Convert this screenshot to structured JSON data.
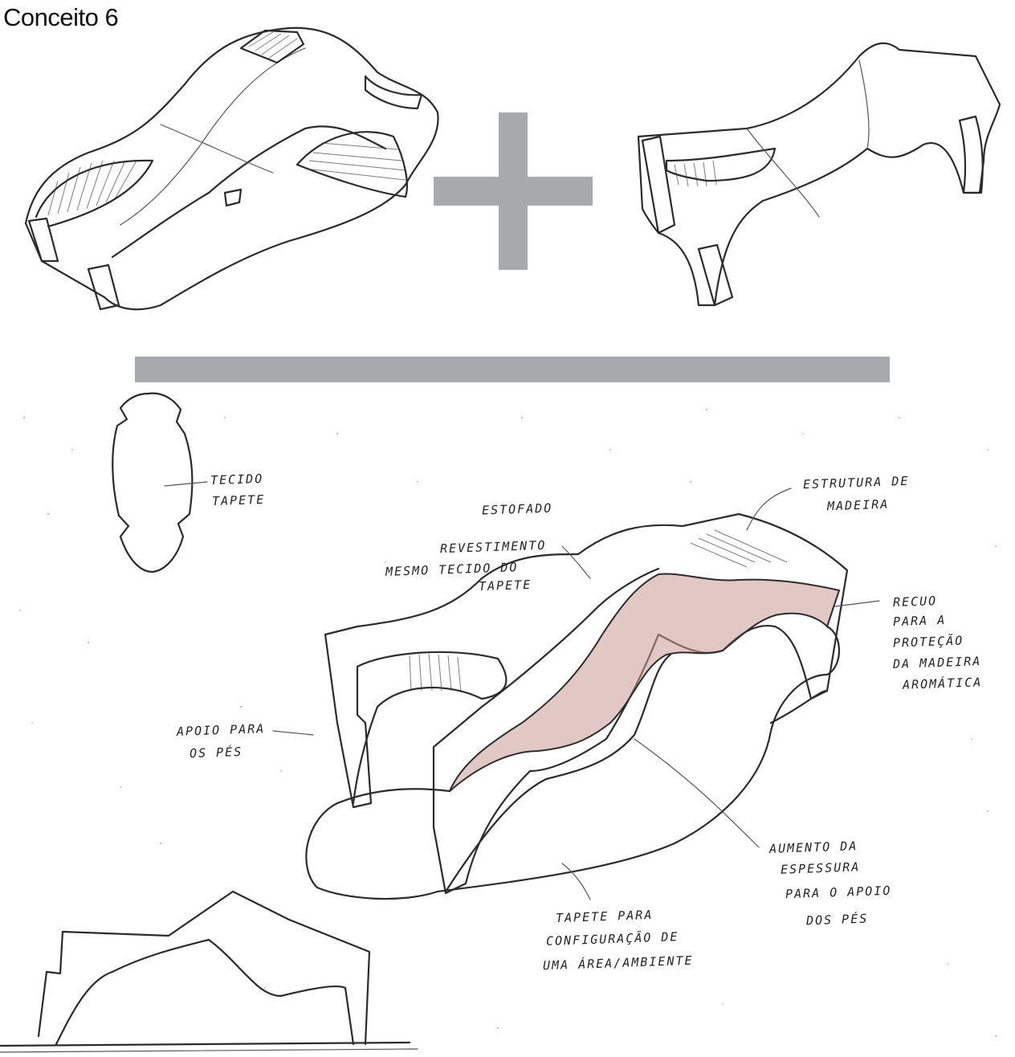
{
  "title": "Conceito 6",
  "colors": {
    "symbol_gray": "#a8a9ab",
    "wood_tint": "#c99b94",
    "pen": "#2b2b2b"
  },
  "annotations": {
    "tecido": "TECIDO",
    "tapete": "TAPETE",
    "estofado": "ESTOFADO",
    "revestimento_1": "REVESTIMENTO",
    "revestimento_2": "MESMO TECIDO DO",
    "revestimento_3": "TAPETE",
    "estrutura_1": "ESTRUTURA DE",
    "estrutura_2": "MADEIRA",
    "recuo_1": "RECUO",
    "recuo_2": "PARA A",
    "recuo_3": "PROTEÇÃO",
    "recuo_4": "DA MADEIRA",
    "recuo_5": "AROMÁTICA",
    "apoio_1": "APOIO PARA",
    "apoio_2": "OS PÉS",
    "aumento_1": "AUMENTO DA",
    "aumento_2": "ESPESSURA",
    "aumento_3": "PARA O APOIO",
    "aumento_4": "DOS PÉS",
    "tapete_conf_1": "TAPETE PARA",
    "tapete_conf_2": "CONFIGURAÇÃO DE",
    "tapete_conf_3": "UMA ÁREA/AMBIENTE"
  }
}
